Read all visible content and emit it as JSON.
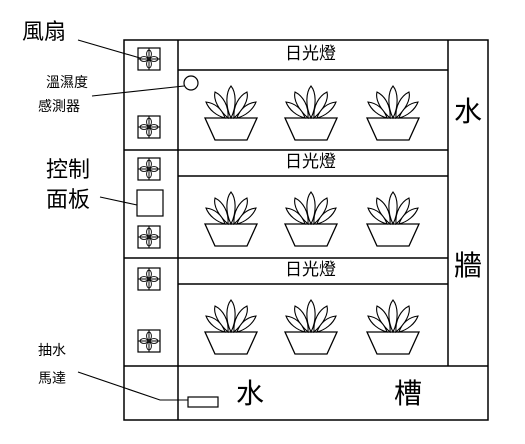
{
  "labels": {
    "fan": "風扇",
    "sensor_line1": "溫濕度",
    "sensor_line2": "感測器",
    "control_line1": "控制",
    "control_line2": "面板",
    "pump_line1": "抽水",
    "pump_line2": "馬達"
  },
  "rack": {
    "lamp_label": "日光燈",
    "wall_top": "水",
    "wall_bottom": "牆",
    "tank_left": "水",
    "tank_right": "槽"
  }
}
